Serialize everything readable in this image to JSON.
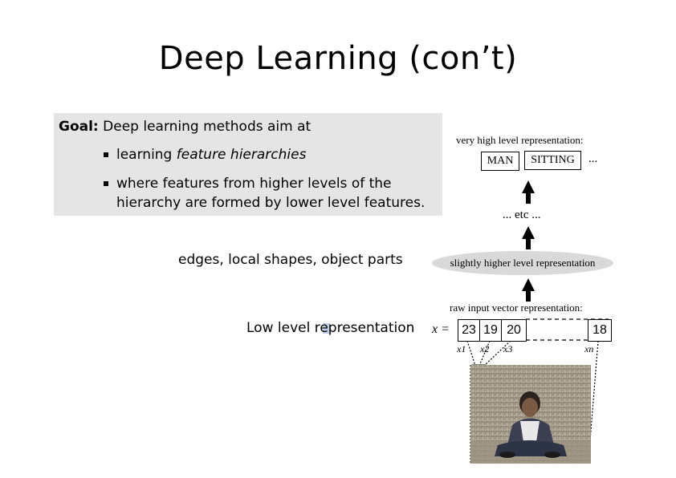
{
  "slide": {
    "title": "Deep Learning (con’t)"
  },
  "goal": {
    "label": "Goal:",
    "text": " Deep learning methods aim at",
    "bullet1": {
      "plain": "learning ",
      "italic": "feature hierarchies"
    },
    "bullet2_line1": "where features from higher levels of the",
    "bullet2_line2": "hierarchy are formed by lower level features."
  },
  "annotations": {
    "mid": "edges, local shapes, object parts",
    "low": "Low level representation"
  },
  "diagram": {
    "very_high_label": "very high level representation:",
    "box1": "MAN",
    "box2": "SITTING",
    "ellipsis": "...",
    "etc": "... etc ...",
    "slightly_higher": "slightly higher level representation",
    "raw_label": "raw input vector representation:",
    "x_equals": "x =",
    "values": [
      "23",
      "19",
      "20",
      "18"
    ],
    "subscripts": [
      "x1",
      "x2",
      "x3",
      "xn"
    ]
  }
}
